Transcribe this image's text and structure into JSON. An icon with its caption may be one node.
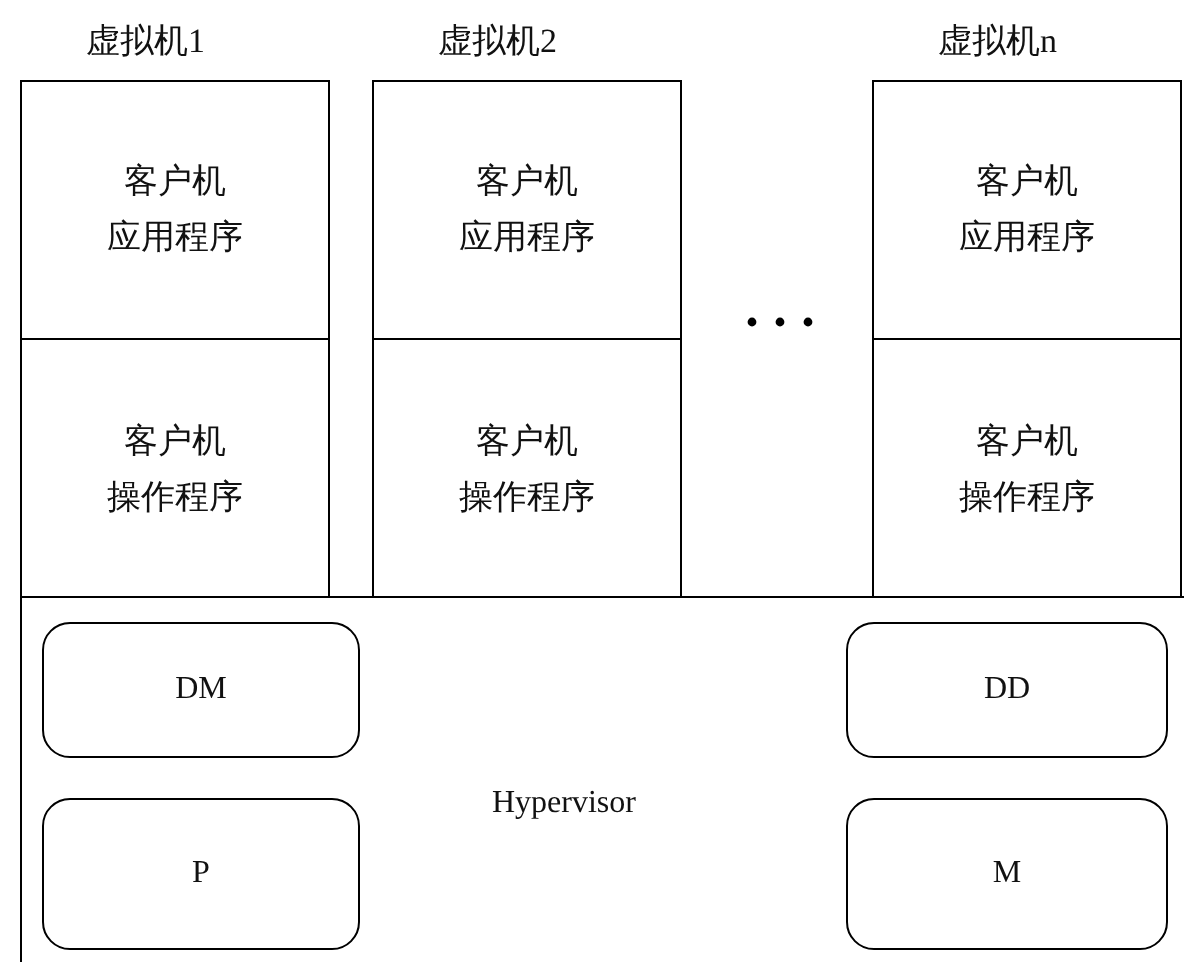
{
  "diagram": {
    "nodes": [
      {
        "text": [
          "虚拟机1"
        ]
      },
      {
        "text": [
          "客户机应用程序"
        ],
        "in": 0
      },
      {
        "text": [
          "客户机操作程序"
        ],
        "in": 0
      },
      {
        "text": [
          "虚拟机2"
        ]
      },
      {
        "text": [
          "客户机应用程序"
        ],
        "in": 3
      },
      {
        "text": [
          "客户机操作程序"
        ],
        "in": 3
      },
      {
        "text": [
          "虚拟机n"
        ]
      },
      {
        "text": [
          "客户机应用程序"
        ],
        "in": 6
      },
      {
        "text": [
          "客户机操作程序"
        ],
        "in": 6
      },
      {
        "text": [
          "Hypervisor"
        ]
      },
      {
        "text": [
          "DM"
        ],
        "in": 9
      },
      {
        "text": [
          "P"
        ],
        "in": 9
      },
      {
        "text": [
          "DD"
        ],
        "in": 9
      },
      {
        "text": [
          "M"
        ],
        "in": 9
      }
    ]
  }
}
